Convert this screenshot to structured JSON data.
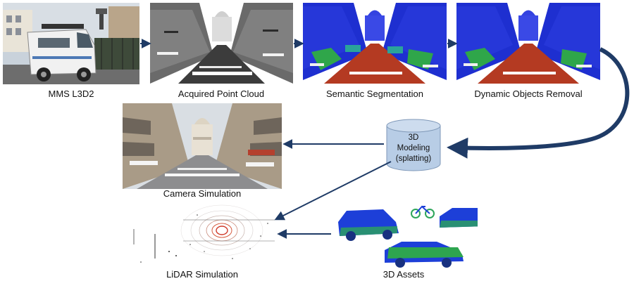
{
  "top_row": [
    {
      "id": "mms",
      "caption": "MMS L3D2"
    },
    {
      "id": "acquired",
      "caption": "Acquired Point Cloud"
    },
    {
      "id": "semantic",
      "caption": "Semantic Segmentation"
    },
    {
      "id": "dynamic",
      "caption": "Dynamic Objects Removal"
    }
  ],
  "modeling": {
    "line1": "3D",
    "line2": "Modeling",
    "line3": "(splatting)"
  },
  "camera": {
    "caption": "Camera Simulation"
  },
  "lidar": {
    "caption": "LiDAR Simulation"
  },
  "assets": {
    "caption": "3D Assets"
  },
  "colors": {
    "arrow": "#1f3b66",
    "db_fill": "#b8cde6",
    "db_stroke": "#7f98b8"
  }
}
